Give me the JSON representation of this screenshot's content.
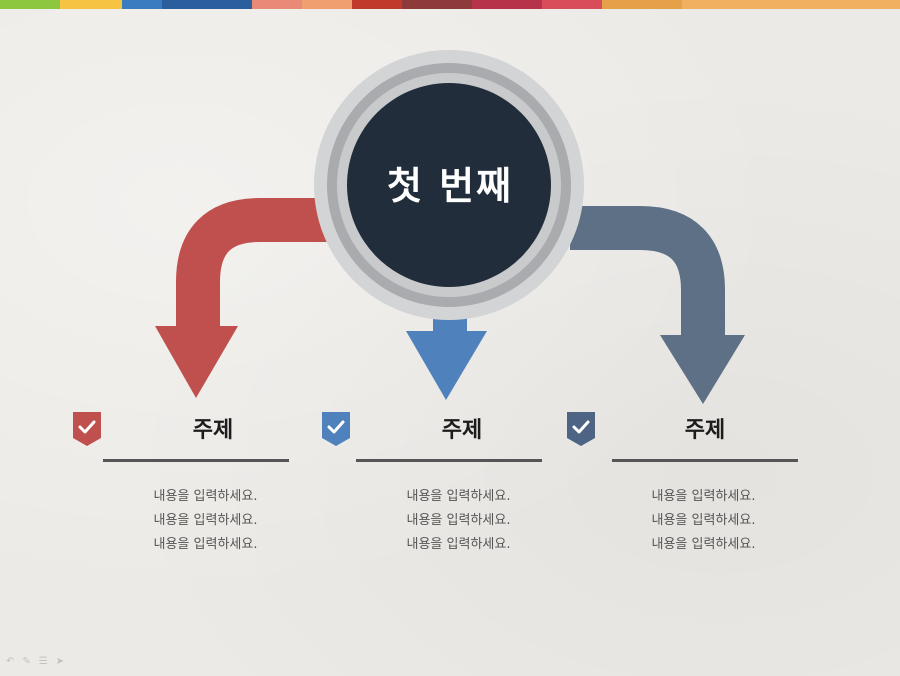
{
  "palette": {
    "band": [
      "#8dc63f",
      "#f6c343",
      "#3b7bbf",
      "#2b5e9c",
      "#e88a77",
      "#f0a070",
      "#c0392b",
      "#8e3a3a",
      "#b6334a",
      "#d94c5a",
      "#e6a04a",
      "#f0b060"
    ],
    "red": "#c0504d",
    "blue": "#4f81bd",
    "slate": "#5d7086",
    "center_fill": "#222d3b",
    "ring_outer": "#d3d4d6",
    "ring_mid": "#a9abae"
  },
  "center": {
    "label": "첫 번째"
  },
  "columns": [
    {
      "heading": "주제",
      "color": "#c0504d",
      "lines": [
        "내용을 입력하세요.",
        "내용을 입력하세요.",
        "내용을 입력하세요."
      ]
    },
    {
      "heading": "주제",
      "color": "#4f81bd",
      "lines": [
        "내용을 입력하세요.",
        "내용을 입력하세요.",
        "내용을 입력하세요."
      ]
    },
    {
      "heading": "주제",
      "color": "#5d7086",
      "lines": [
        "내용을 입력하세요.",
        "내용을 입력하세요.",
        "내용을 입력하세요."
      ]
    }
  ],
  "footer_icons": [
    "undo-icon",
    "pen-icon",
    "menu-icon",
    "pointer-icon"
  ]
}
